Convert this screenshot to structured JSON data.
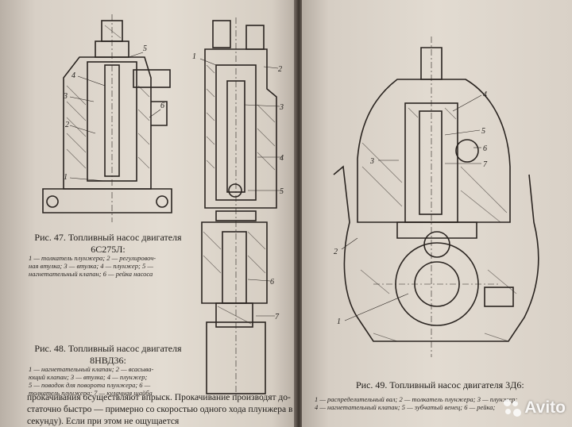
{
  "book": {
    "left_page": {
      "fig47": {
        "title": "Рис. 47. Топливный насос двигателя",
        "title2": "6С275Л:",
        "callouts": [
          "5",
          "4",
          "3",
          "2",
          "1",
          "6"
        ],
        "legend": [
          "1 — толкатель плунжера; 2 — регулировоч-",
          "ная втулка; 3 — втулка; 4 — плунжер; 5 —",
          "нагнетательный клапан; 6 — рейка насоса"
        ]
      },
      "fig48": {
        "title": "Рис. 48. Топливный насос двигателя",
        "title2": "8НВД36:",
        "callouts": [
          "1",
          "2",
          "3",
          "4",
          "5",
          "6",
          "7"
        ],
        "legend": [
          "1 — нагнетательный клапан; 2 — всасыва-",
          "ющий клапан; 3 — втулка; 4 — плунжер;",
          "5 — поводок для поворота плунжера; 6 —",
          "толкатель плунжера; 7 — кулачная шайба"
        ]
      },
      "body_text": [
        "прокачивания осуществляют впрыск. Прокачивание производят до-",
        "статочно быстро — примерно со скоростью одного хода плунжера в",
        "секунду). Если при этом не ощущается"
      ]
    },
    "right_page": {
      "fig49": {
        "title": "Рис. 49. Топливный насос двигателя 3Д6:",
        "callouts": [
          "4",
          "5",
          "6",
          "3",
          "7",
          "2",
          "1"
        ],
        "legend": [
          "1 — распределительный вал; 2 — толкатель плунжера; 3 — плунжер;",
          "4 — нагнетательный клапан; 5 — зубчатый венец; 6 — рейка;"
        ]
      }
    }
  },
  "watermark": {
    "text": "Avito",
    "color": "#ffffff"
  }
}
